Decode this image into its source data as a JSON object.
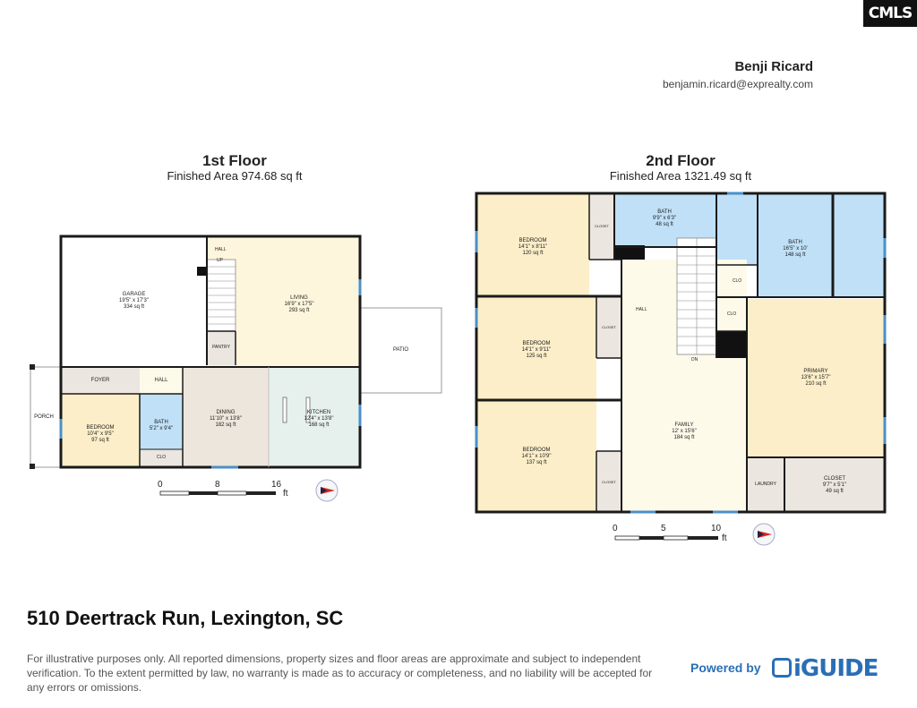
{
  "header": {
    "logo_text": "CMLS",
    "agent_name": "Benji Ricard",
    "agent_email": "benjamin.ricard@exprealty.com"
  },
  "floor1": {
    "title": "1st Floor",
    "area": "Finished Area 974.68 sq ft",
    "rooms": {
      "garage": {
        "name": "GARAGE",
        "dims": "19'5\" x 17'3\"",
        "area": "334 sq ft"
      },
      "living": {
        "name": "LIVING",
        "dims": "16'9\" x 17'5\"",
        "area": "293 sq ft"
      },
      "dining": {
        "name": "DINING",
        "dims": "11'10\" x 13'8\"",
        "area": "182 sq ft"
      },
      "kitchen": {
        "name": "KITCHEN",
        "dims": "12'4\" x 13'8\"",
        "area": "168 sq ft"
      },
      "bedroom": {
        "name": "BEDROOM",
        "dims": "10'4\" x 9'5\"",
        "area": "97 sq ft"
      },
      "bath": {
        "name": "BATH",
        "dims": "5'2\" x 9'4\"",
        "area": ""
      },
      "foyer": "FOYER",
      "hall_upper": "HALL",
      "hall_lower": "HALL",
      "pantry": "PANTRY",
      "clo": "CLO",
      "porch": "PORCH",
      "patio": "PATIO",
      "up": "UP"
    },
    "scale": {
      "labels": [
        "0",
        "8",
        "16"
      ],
      "unit": "ft"
    }
  },
  "floor2": {
    "title": "2nd Floor",
    "area": "Finished Area 1321.49 sq ft",
    "rooms": {
      "bedroom1": {
        "name": "BEDROOM",
        "dims": "14'1\" x 8'11\"",
        "area": "120 sq ft"
      },
      "bedroom2": {
        "name": "BEDROOM",
        "dims": "14'1\" x 9'11\"",
        "area": "125 sq ft"
      },
      "bedroom3": {
        "name": "BEDROOM",
        "dims": "14'1\" x 10'9\"",
        "area": "137 sq ft"
      },
      "bath_small": {
        "name": "BATH",
        "dims": "9'9\" x 6'3\"",
        "area": "48 sq ft"
      },
      "bath_primary": {
        "name": "BATH",
        "dims": "16'5\" x 10'",
        "area": "148 sq ft"
      },
      "primary": {
        "name": "PRIMARY",
        "dims": "13'6\" x 15'7\"",
        "area": "210 sq ft"
      },
      "family": {
        "name": "FAMILY",
        "dims": "12' x 15'6\"",
        "area": "184 sq ft"
      },
      "closet_big": {
        "name": "CLOSET",
        "dims": "9'7\" x 5'1\"",
        "area": "49 sq ft"
      },
      "hall": "HALL",
      "laundry": "LAUNDRY",
      "closet_label": "CLOSET",
      "clo": "CLO",
      "dn": "DN"
    },
    "scale": {
      "labels": [
        "0",
        "5",
        "10"
      ],
      "unit": "ft"
    }
  },
  "footer": {
    "address": "510 Deertrack Run, Lexington, SC",
    "disclaimer": "For illustrative purposes only. All reported dimensions, property sizes and floor areas are approximate and subject to independent verification. To the extent permitted by law, no warranty is made as to accuracy or completeness, and no liability will be accepted for any errors or omissions.",
    "powered_by": "Powered by",
    "brand": "iGUIDE"
  },
  "colors": {
    "bedroom": "#fbeec8",
    "living": "#fdf6dc",
    "dining": "#ede6dc",
    "kitchen": "#e6f1ee",
    "bath": "#bfe0f7",
    "utility": "#ece6e0",
    "hall": "#fefaea",
    "garage": "#ffffff",
    "wall": "#1a1a1a",
    "window": "#4a90c8",
    "brand": "#2a6fb5"
  }
}
